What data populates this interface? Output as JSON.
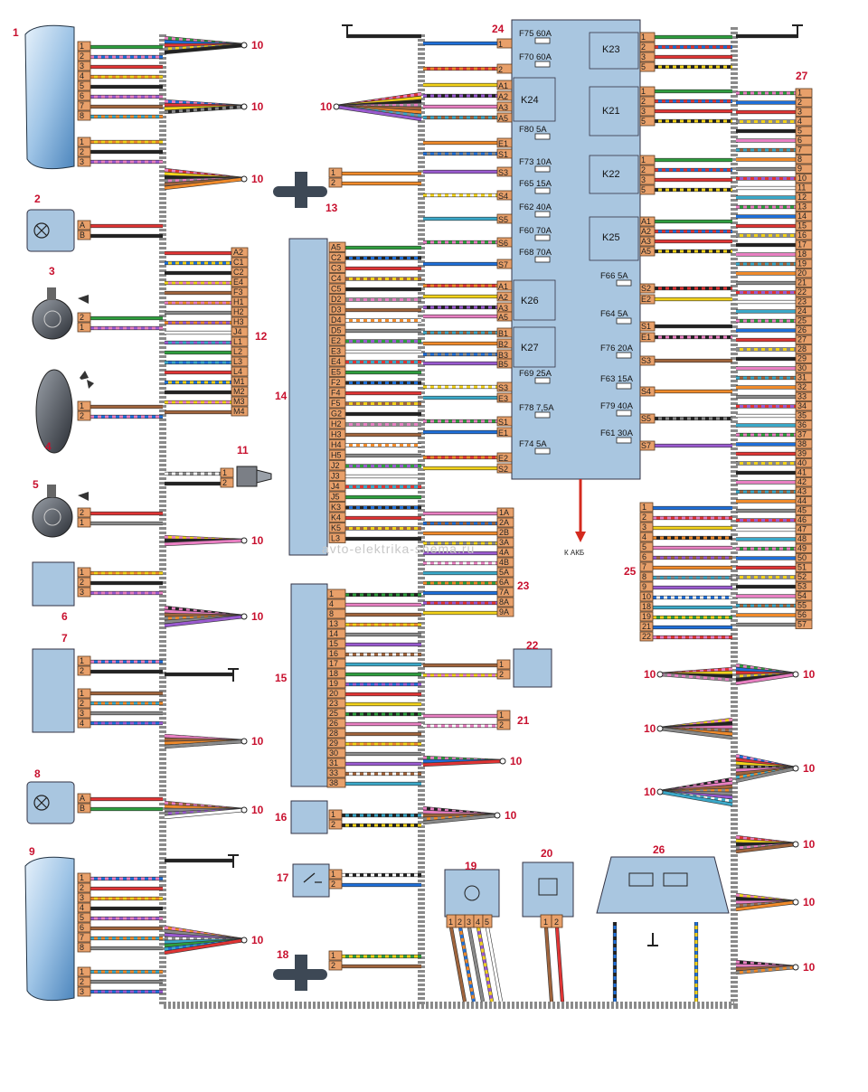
{
  "watermark": "avto-elektrika-shema.ru",
  "akb_label": "К АКБ",
  "wire_colors": [
    "#2e9e3e",
    "#1e6fd9",
    "#e03434",
    "#f2d21a",
    "#222222",
    "#e87fc2",
    "#a0643c",
    "#f08a2a",
    "#8a8a8a",
    "#9a5ad0",
    "#ffffff",
    "#3aa8c8"
  ],
  "component_numbers": [
    {
      "id": "1",
      "label": "1"
    },
    {
      "id": "2",
      "label": "2"
    },
    {
      "id": "3",
      "label": "3"
    },
    {
      "id": "4",
      "label": "4"
    },
    {
      "id": "5",
      "label": "5"
    },
    {
      "id": "6",
      "label": "6"
    },
    {
      "id": "7",
      "label": "7"
    },
    {
      "id": "8",
      "label": "8"
    },
    {
      "id": "9",
      "label": "9"
    },
    {
      "id": "11",
      "label": "11"
    },
    {
      "id": "12",
      "label": "12"
    },
    {
      "id": "13",
      "label": "13"
    },
    {
      "id": "14",
      "label": "14"
    },
    {
      "id": "15",
      "label": "15"
    },
    {
      "id": "16",
      "label": "16"
    },
    {
      "id": "17",
      "label": "17"
    },
    {
      "id": "18",
      "label": "18"
    },
    {
      "id": "19",
      "label": "19"
    },
    {
      "id": "20",
      "label": "20"
    },
    {
      "id": "21",
      "label": "21"
    },
    {
      "id": "22",
      "label": "22"
    },
    {
      "id": "23",
      "label": "23"
    },
    {
      "id": "24",
      "label": "24"
    },
    {
      "id": "25",
      "label": "25"
    },
    {
      "id": "26",
      "label": "26"
    },
    {
      "id": "27",
      "label": "27"
    }
  ],
  "splice_label": "10",
  "conn_1_pins": [
    "1",
    "2",
    "3",
    "4",
    "5",
    "6",
    "7",
    "8",
    "1",
    "2",
    "3"
  ],
  "conn_9_pins": [
    "1",
    "2",
    "3",
    "4",
    "5",
    "6",
    "7",
    "8",
    "1",
    "2",
    "3"
  ],
  "conn_2_pins": [
    "A",
    "B"
  ],
  "conn_8_pins": [
    "A",
    "B"
  ],
  "conn_3_pins": [
    "2",
    "1"
  ],
  "conn_4_pins": [
    "1",
    "2"
  ],
  "conn_5_pins": [
    "2",
    "1"
  ],
  "conn_6_pins": [
    "1",
    "2",
    "3"
  ],
  "conn_7_pins": [
    "1",
    "2",
    "1",
    "2",
    "3",
    "4"
  ],
  "conn_11_pins": [
    "1",
    "2"
  ],
  "conn_12_pins": [
    "A2",
    "C1",
    "C2",
    "E4",
    "F3",
    "H1",
    "H2",
    "H3",
    "J4",
    "L1",
    "L2",
    "L3",
    "L4",
    "M1",
    "M2",
    "M3",
    "M4"
  ],
  "conn_13_pins": [
    "1",
    "2"
  ],
  "conn_14_pins": [
    "A5",
    "C2",
    "C3",
    "C4",
    "C5",
    "D2",
    "D3",
    "D4",
    "D5",
    "E2",
    "E3",
    "E4",
    "E5",
    "F2",
    "F4",
    "F5",
    "G2",
    "H2",
    "H3",
    "H4",
    "H5",
    "J2",
    "J3",
    "J4",
    "J5",
    "K3",
    "K4",
    "K5",
    "L3"
  ],
  "conn_15_pins": [
    "1",
    "4",
    "8",
    "13",
    "14",
    "15",
    "16",
    "17",
    "18",
    "19",
    "20",
    "23",
    "25",
    "26",
    "28",
    "29",
    "30",
    "31",
    "33",
    "38"
  ],
  "conn_16_pins": [
    "1",
    "2"
  ],
  "conn_17_pins": [
    "1",
    "2"
  ],
  "conn_18_pins": [
    "1",
    "2"
  ],
  "conn_19_pins": [
    "1",
    "2",
    "3",
    "4",
    "5"
  ],
  "conn_20_pins": [
    "1",
    "2"
  ],
  "conn_21_pins": [
    "1",
    "2"
  ],
  "conn_22_pins": [
    "1",
    "2"
  ],
  "conn_23_pins": [
    "1A",
    "2A",
    "2B",
    "3A",
    "4A",
    "4B",
    "5A",
    "6A",
    "7A",
    "8A",
    "9A"
  ],
  "conn_25_pins": [
    "1",
    "2",
    "3",
    "4",
    "5",
    "6",
    "7",
    "8",
    "9",
    "10",
    "18",
    "19",
    "21",
    "22"
  ],
  "conn_27_pins": [
    "1",
    "2",
    "3",
    "4",
    "5",
    "6",
    "7",
    "8",
    "9",
    "10",
    "11",
    "12",
    "13",
    "14",
    "15",
    "16",
    "17",
    "18",
    "19",
    "20",
    "21",
    "22",
    "23",
    "24",
    "25",
    "26",
    "27",
    "28",
    "29",
    "30",
    "31",
    "32",
    "33",
    "34",
    "35",
    "36",
    "37",
    "38",
    "39",
    "40",
    "41",
    "42",
    "43",
    "44",
    "45",
    "46",
    "47",
    "48",
    "49",
    "50",
    "51",
    "52",
    "53",
    "54",
    "55",
    "56",
    "57"
  ],
  "block24_left_pins": [
    "1",
    "2",
    "A1",
    "A2",
    "A3",
    "A5",
    "E1",
    "S1",
    "S3",
    "S4",
    "S5",
    "S6",
    "S7",
    "A1",
    "A2",
    "A3",
    "A5",
    "B1",
    "B2",
    "B3",
    "B5",
    "S3",
    "E3",
    "S1",
    "E1",
    "E2",
    "S2"
  ],
  "relays": [
    {
      "name": "K23",
      "label": "K23"
    },
    {
      "name": "K24",
      "label": "K24"
    },
    {
      "name": "K21",
      "label": "K21"
    },
    {
      "name": "K22",
      "label": "K22"
    },
    {
      "name": "K25",
      "label": "K25"
    },
    {
      "name": "K26",
      "label": "K26"
    },
    {
      "name": "K27",
      "label": "K27"
    }
  ],
  "fuses": [
    {
      "label": "F75 60A"
    },
    {
      "label": "F70 60A"
    },
    {
      "label": "F80 5A"
    },
    {
      "label": "F73 10A"
    },
    {
      "label": "F65 15A"
    },
    {
      "label": "F62 40A"
    },
    {
      "label": "F60 70A"
    },
    {
      "label": "F68 70A"
    },
    {
      "label": "F66 5A"
    },
    {
      "label": "F64 5A"
    },
    {
      "label": "F76 20A"
    },
    {
      "label": "F69 25A"
    },
    {
      "label": "F63 15A"
    },
    {
      "label": "F78 7,5A"
    },
    {
      "label": "F79 40A"
    },
    {
      "label": "F74 5A"
    },
    {
      "label": "F61 30A"
    }
  ],
  "block24_right_pins": {
    "K23": [
      "1",
      "2",
      "3",
      "5"
    ],
    "K21": [
      "1",
      "2",
      "3",
      "5"
    ],
    "K22": [
      "1",
      "2",
      "3",
      "5"
    ],
    "K25": [
      "A1",
      "A2",
      "A3",
      "A5"
    ],
    "fuse_right": [
      "S2",
      "E2",
      "S1",
      "E1",
      "S3",
      "S4",
      "S5",
      "S7"
    ]
  }
}
